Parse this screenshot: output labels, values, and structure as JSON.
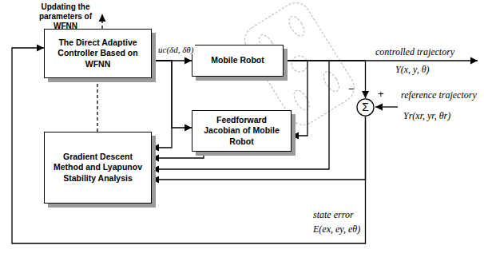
{
  "diagram": {
    "nodes": [
      {
        "text": [
          "The Direct Adaptive Controller Based on WFNN"
        ]
      },
      {
        "text": [
          "Mobile Robot"
        ]
      },
      {
        "text": [
          "Feedforward Jacobian of Mobile Robot"
        ]
      },
      {
        "text": [
          "Gradient Descent Method and Lyapunov Stability Analysis"
        ]
      },
      {
        "text": [
          "Σ"
        ]
      }
    ],
    "edges": [
      {
        "from": 0,
        "to": 1,
        "label": "uc(δd, δθ)",
        "arrow": "to"
      },
      {
        "from": 0,
        "to": 2,
        "arrow": "to"
      },
      {
        "from": 0,
        "to": 3,
        "arrow": "to"
      },
      {
        "from": 1,
        "to": 4,
        "arrow": "to"
      },
      {
        "from": 1,
        "to": 2,
        "arrow": "to"
      },
      {
        "from": 1,
        "to": 3,
        "arrow": "to"
      },
      {
        "from": 2,
        "to": 3,
        "arrow": "to"
      },
      {
        "from": 4,
        "to": 3,
        "arrow": "to"
      },
      {
        "from": 4,
        "to": 0,
        "arrow": "to"
      },
      {
        "from": 3,
        "to": 0,
        "arrow": "none"
      }
    ],
    "labels": [
      "Updating the parameters of WFNN",
      "controlled trajectory",
      "Y(x, y, θ)",
      "reference trajectory",
      "Yr(xr, yr, θr)",
      "state error",
      "E(ex, ey, eθ)",
      "−",
      "+"
    ]
  }
}
